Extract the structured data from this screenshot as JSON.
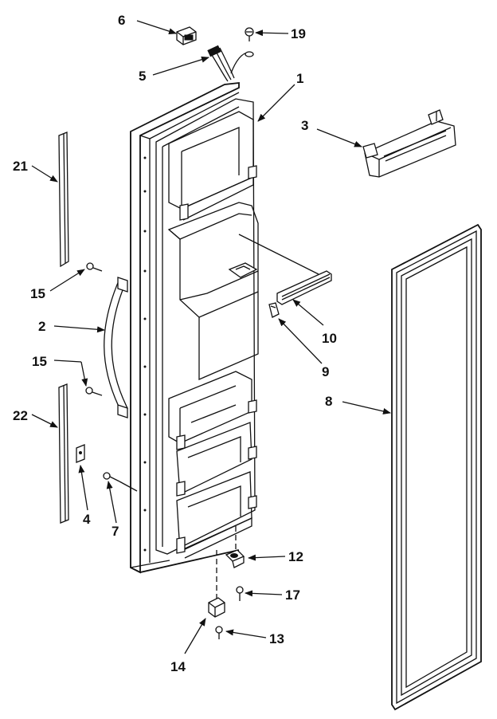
{
  "diagram": {
    "callouts": {
      "c1": "1",
      "c2": "2",
      "c3": "3",
      "c4": "4",
      "c5": "5",
      "c6": "6",
      "c7": "7",
      "c8": "8",
      "c9": "9",
      "c10": "10",
      "c12": "12",
      "c13": "13",
      "c14": "14",
      "c15a": "15",
      "c15b": "15",
      "c17": "17",
      "c19": "19",
      "c21": "21",
      "c22": "22"
    }
  }
}
